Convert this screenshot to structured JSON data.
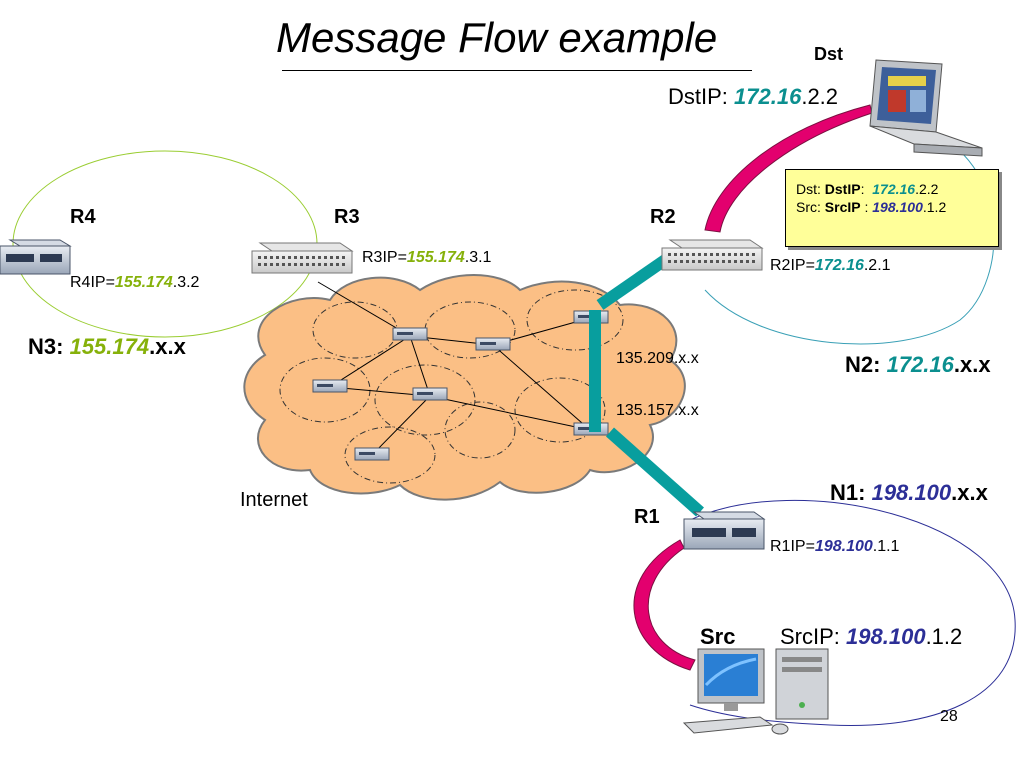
{
  "slide": {
    "title": "Message Flow example",
    "page_number": "28"
  },
  "routers": {
    "r1": {
      "name": "R1",
      "ip_label": "R1IP=",
      "ip_prefix": "198.100",
      "ip_suffix": ".1.1"
    },
    "r2": {
      "name": "R2",
      "ip_label": "R2IP=",
      "ip_prefix": "172.16",
      "ip_suffix": ".2.1"
    },
    "r3": {
      "name": "R3",
      "ip_label": "R3IP=",
      "ip_prefix": "155.174",
      "ip_suffix": ".3.1"
    },
    "r4": {
      "name": "R4",
      "ip_label": "R4IP=",
      "ip_prefix": "155.174",
      "ip_suffix": ".3.2"
    }
  },
  "networks": {
    "n1": {
      "label": "N1:",
      "prefix": "198.100",
      "suffix": ".x.x"
    },
    "n2": {
      "label": "N2:",
      "prefix": "172.16",
      "suffix": ".x.x"
    },
    "n3": {
      "label": "N3:",
      "prefix": "155.174",
      "suffix": ".x.x"
    }
  },
  "hosts": {
    "dst": {
      "name": "Dst",
      "ip_label": "DstIP:",
      "ip_prefix": "172.16",
      "ip_suffix": ".2.2"
    },
    "src": {
      "name": "Src",
      "ip_label": "SrcIP:",
      "ip_prefix": "198.100",
      "ip_suffix": ".1.2"
    }
  },
  "internet": {
    "label": "Internet",
    "subnet_a": "135.209.x.x",
    "subnet_b": "135.157.x.x"
  },
  "info_box": {
    "dst_key": "Dst:",
    "dst_field": "DstIP",
    "dst_colon": ":",
    "dst_prefix": "172.16",
    "dst_suffix": ".2.2",
    "src_key": "Src:",
    "src_field": "SrcIP",
    "src_colon": " :",
    "src_prefix": "198.100",
    "src_suffix": ".1.2"
  },
  "colors": {
    "n3_accent": "#86b10a",
    "n2_accent": "#0b8f8f",
    "n1_accent": "#2c2f97",
    "cloud_fill": "#fbbf85",
    "path_teal": "#089e9e",
    "arrow_magenta": "#e3006e",
    "info_box_fill": "#ffff99"
  },
  "icons": {
    "router": "switch-router-icon",
    "laptop": "laptop-icon",
    "desktop": "desktop-computer-icon"
  }
}
